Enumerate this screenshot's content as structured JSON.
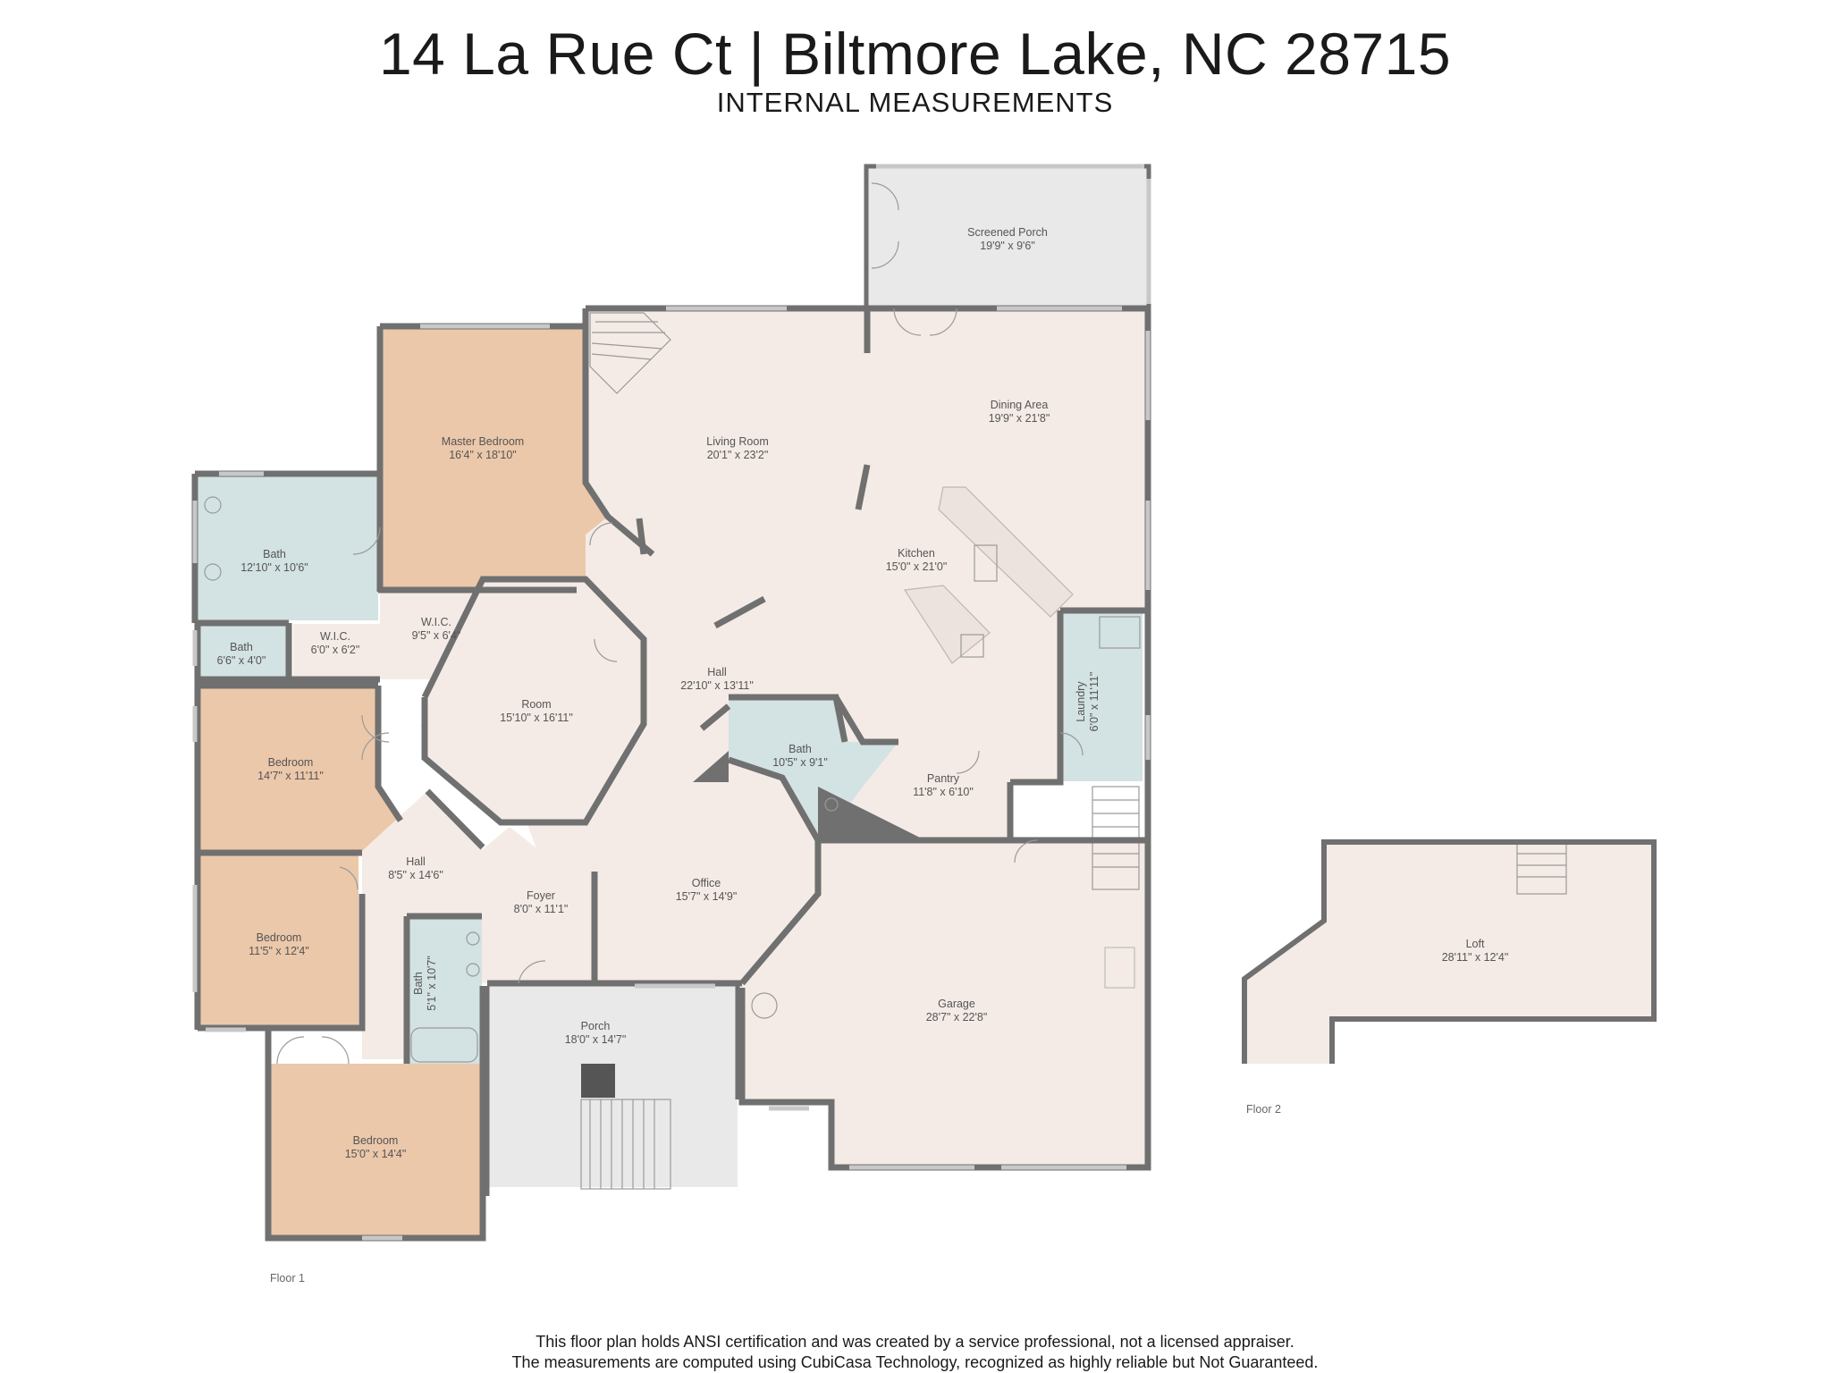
{
  "header": {
    "title": "14 La Rue Ct | Biltmore Lake, NC 28715",
    "subtitle": "INTERNAL MEASUREMENTS"
  },
  "colors": {
    "room_fill": "#f4ebe6",
    "bedroom_fill": "#ebc8aa",
    "bath_fill": "#d3e2e2",
    "porch_fill": "#e9e9e9",
    "wall": "#707070",
    "window": "#c8c8c8"
  },
  "floors": [
    {
      "label": "Floor 1",
      "rooms": [
        {
          "name": "Screened Porch",
          "size": "19'9\" x 9'6\""
        },
        {
          "name": "Master Bedroom",
          "size": "16'4\" x 18'10\""
        },
        {
          "name": "Living Room",
          "size": "20'1\" x 23'2\""
        },
        {
          "name": "Dining Area",
          "size": "19'9\" x 21'8\""
        },
        {
          "name": "Bath",
          "size": "12'10\" x 10'6\""
        },
        {
          "name": "Kitchen",
          "size": "15'0\" x 21'0\""
        },
        {
          "name": "W.I.C.",
          "size": "9'5\" x 6'4\""
        },
        {
          "name": "W.I.C.",
          "size": "6'0\" x 6'2\""
        },
        {
          "name": "Bath",
          "size": "6'6\" x 4'0\""
        },
        {
          "name": "Hall",
          "size": "22'10\" x 13'11\""
        },
        {
          "name": "Laundry",
          "size": "6'0\" x 11'11\""
        },
        {
          "name": "Room",
          "size": "15'10\" x 16'11\""
        },
        {
          "name": "Bedroom",
          "size": "14'7\" x 11'11\""
        },
        {
          "name": "Bath",
          "size": "10'5\" x 9'1\""
        },
        {
          "name": "Pantry",
          "size": "11'8\" x 6'10\""
        },
        {
          "name": "Hall",
          "size": "8'5\" x 14'6\""
        },
        {
          "name": "Foyer",
          "size": "8'0\" x 11'1\""
        },
        {
          "name": "Office",
          "size": "15'7\" x 14'9\""
        },
        {
          "name": "Bedroom",
          "size": "11'5\" x 12'4\""
        },
        {
          "name": "Bath",
          "size": "5'1\" x 10'7\""
        },
        {
          "name": "Garage",
          "size": "28'7\" x 22'8\""
        },
        {
          "name": "Porch",
          "size": "18'0\" x 14'7\""
        },
        {
          "name": "Bedroom",
          "size": "15'0\" x 14'4\""
        }
      ]
    },
    {
      "label": "Floor 2",
      "rooms": [
        {
          "name": "Loft",
          "size": "28'11\" x 12'4\""
        }
      ]
    }
  ],
  "footer": {
    "line1": "This floor plan holds ANSI certification and was created by a service professional, not a licensed appraiser.",
    "line2": "The measurements are computed using CubiCasa Technology, recognized as highly reliable but Not Guaranteed."
  }
}
